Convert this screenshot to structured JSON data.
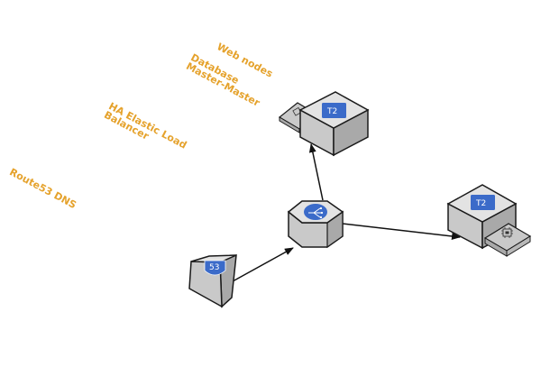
{
  "labels": {
    "route53": "Route53 DNS",
    "elb": "HA Elastic Load\nBalancer",
    "database": "Database\nMaster-Master",
    "web_nodes": "Web nodes"
  },
  "nodes": {
    "route53_badge": "53",
    "ec2_top_badge": "T2",
    "ec2_right_badge": "T2"
  },
  "colors": {
    "label": "#E5A22C",
    "badge": "#3B6BC9",
    "face_light": "#E3E3E3",
    "face_mid": "#C9C9C9",
    "face_dark": "#A9A9A9",
    "outline": "#1A1A1A"
  },
  "icons": {
    "route53": "route53-icon",
    "elb": "load-balancer-icon",
    "ec2": "ec2-instance-icon",
    "chip": "chip-icon"
  }
}
